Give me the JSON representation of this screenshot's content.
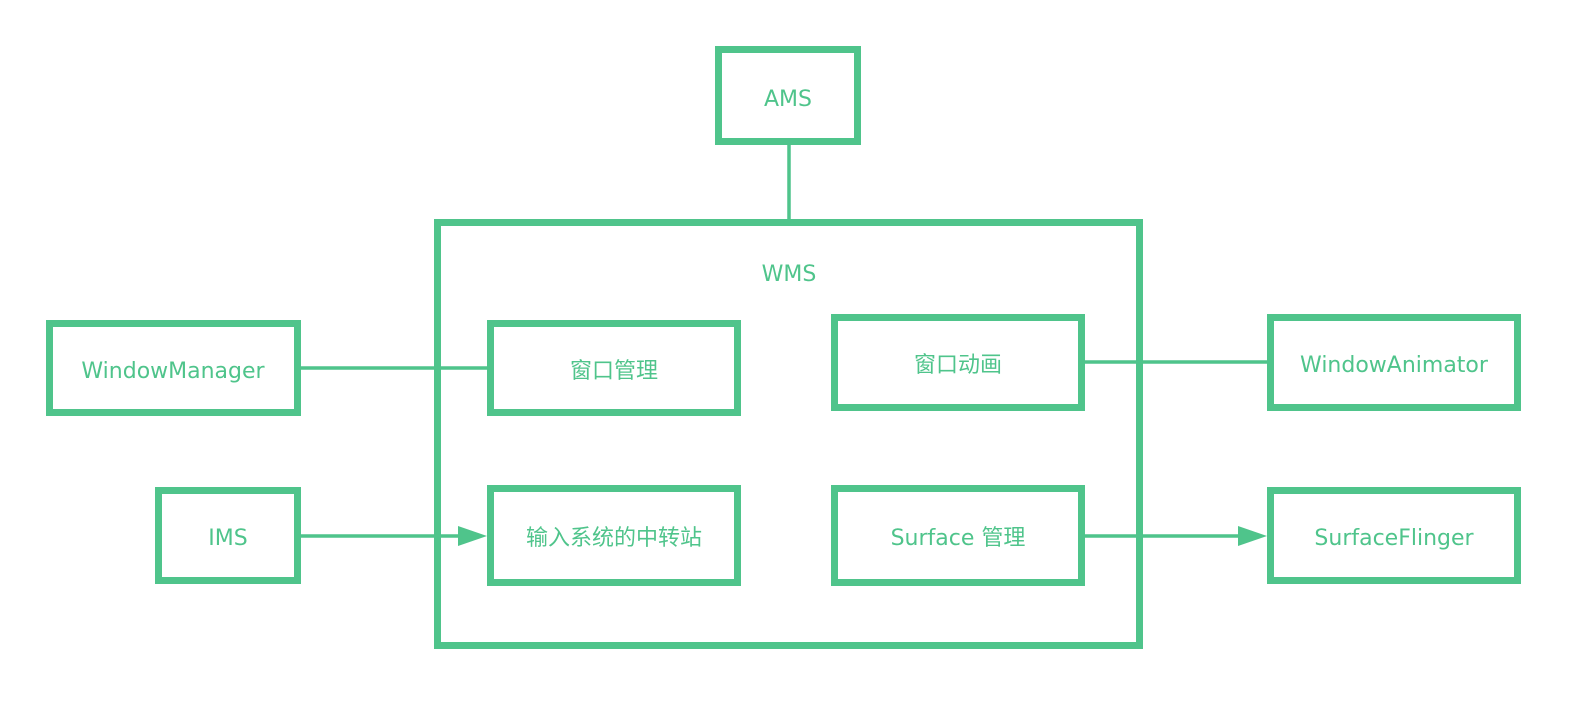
{
  "colors": {
    "accent": "#4fc48b"
  },
  "nodes": {
    "ams": "AMS",
    "wms": "WMS",
    "window_manager": "WindowManager",
    "ims": "IMS",
    "window_mgmt": "窗口管理",
    "input_relay": "输入系统的中转站",
    "window_anim": "窗口动画",
    "surface_mgmt": "Surface 管理",
    "window_animator": "WindowAnimator",
    "surface_flinger": "SurfaceFlinger"
  }
}
